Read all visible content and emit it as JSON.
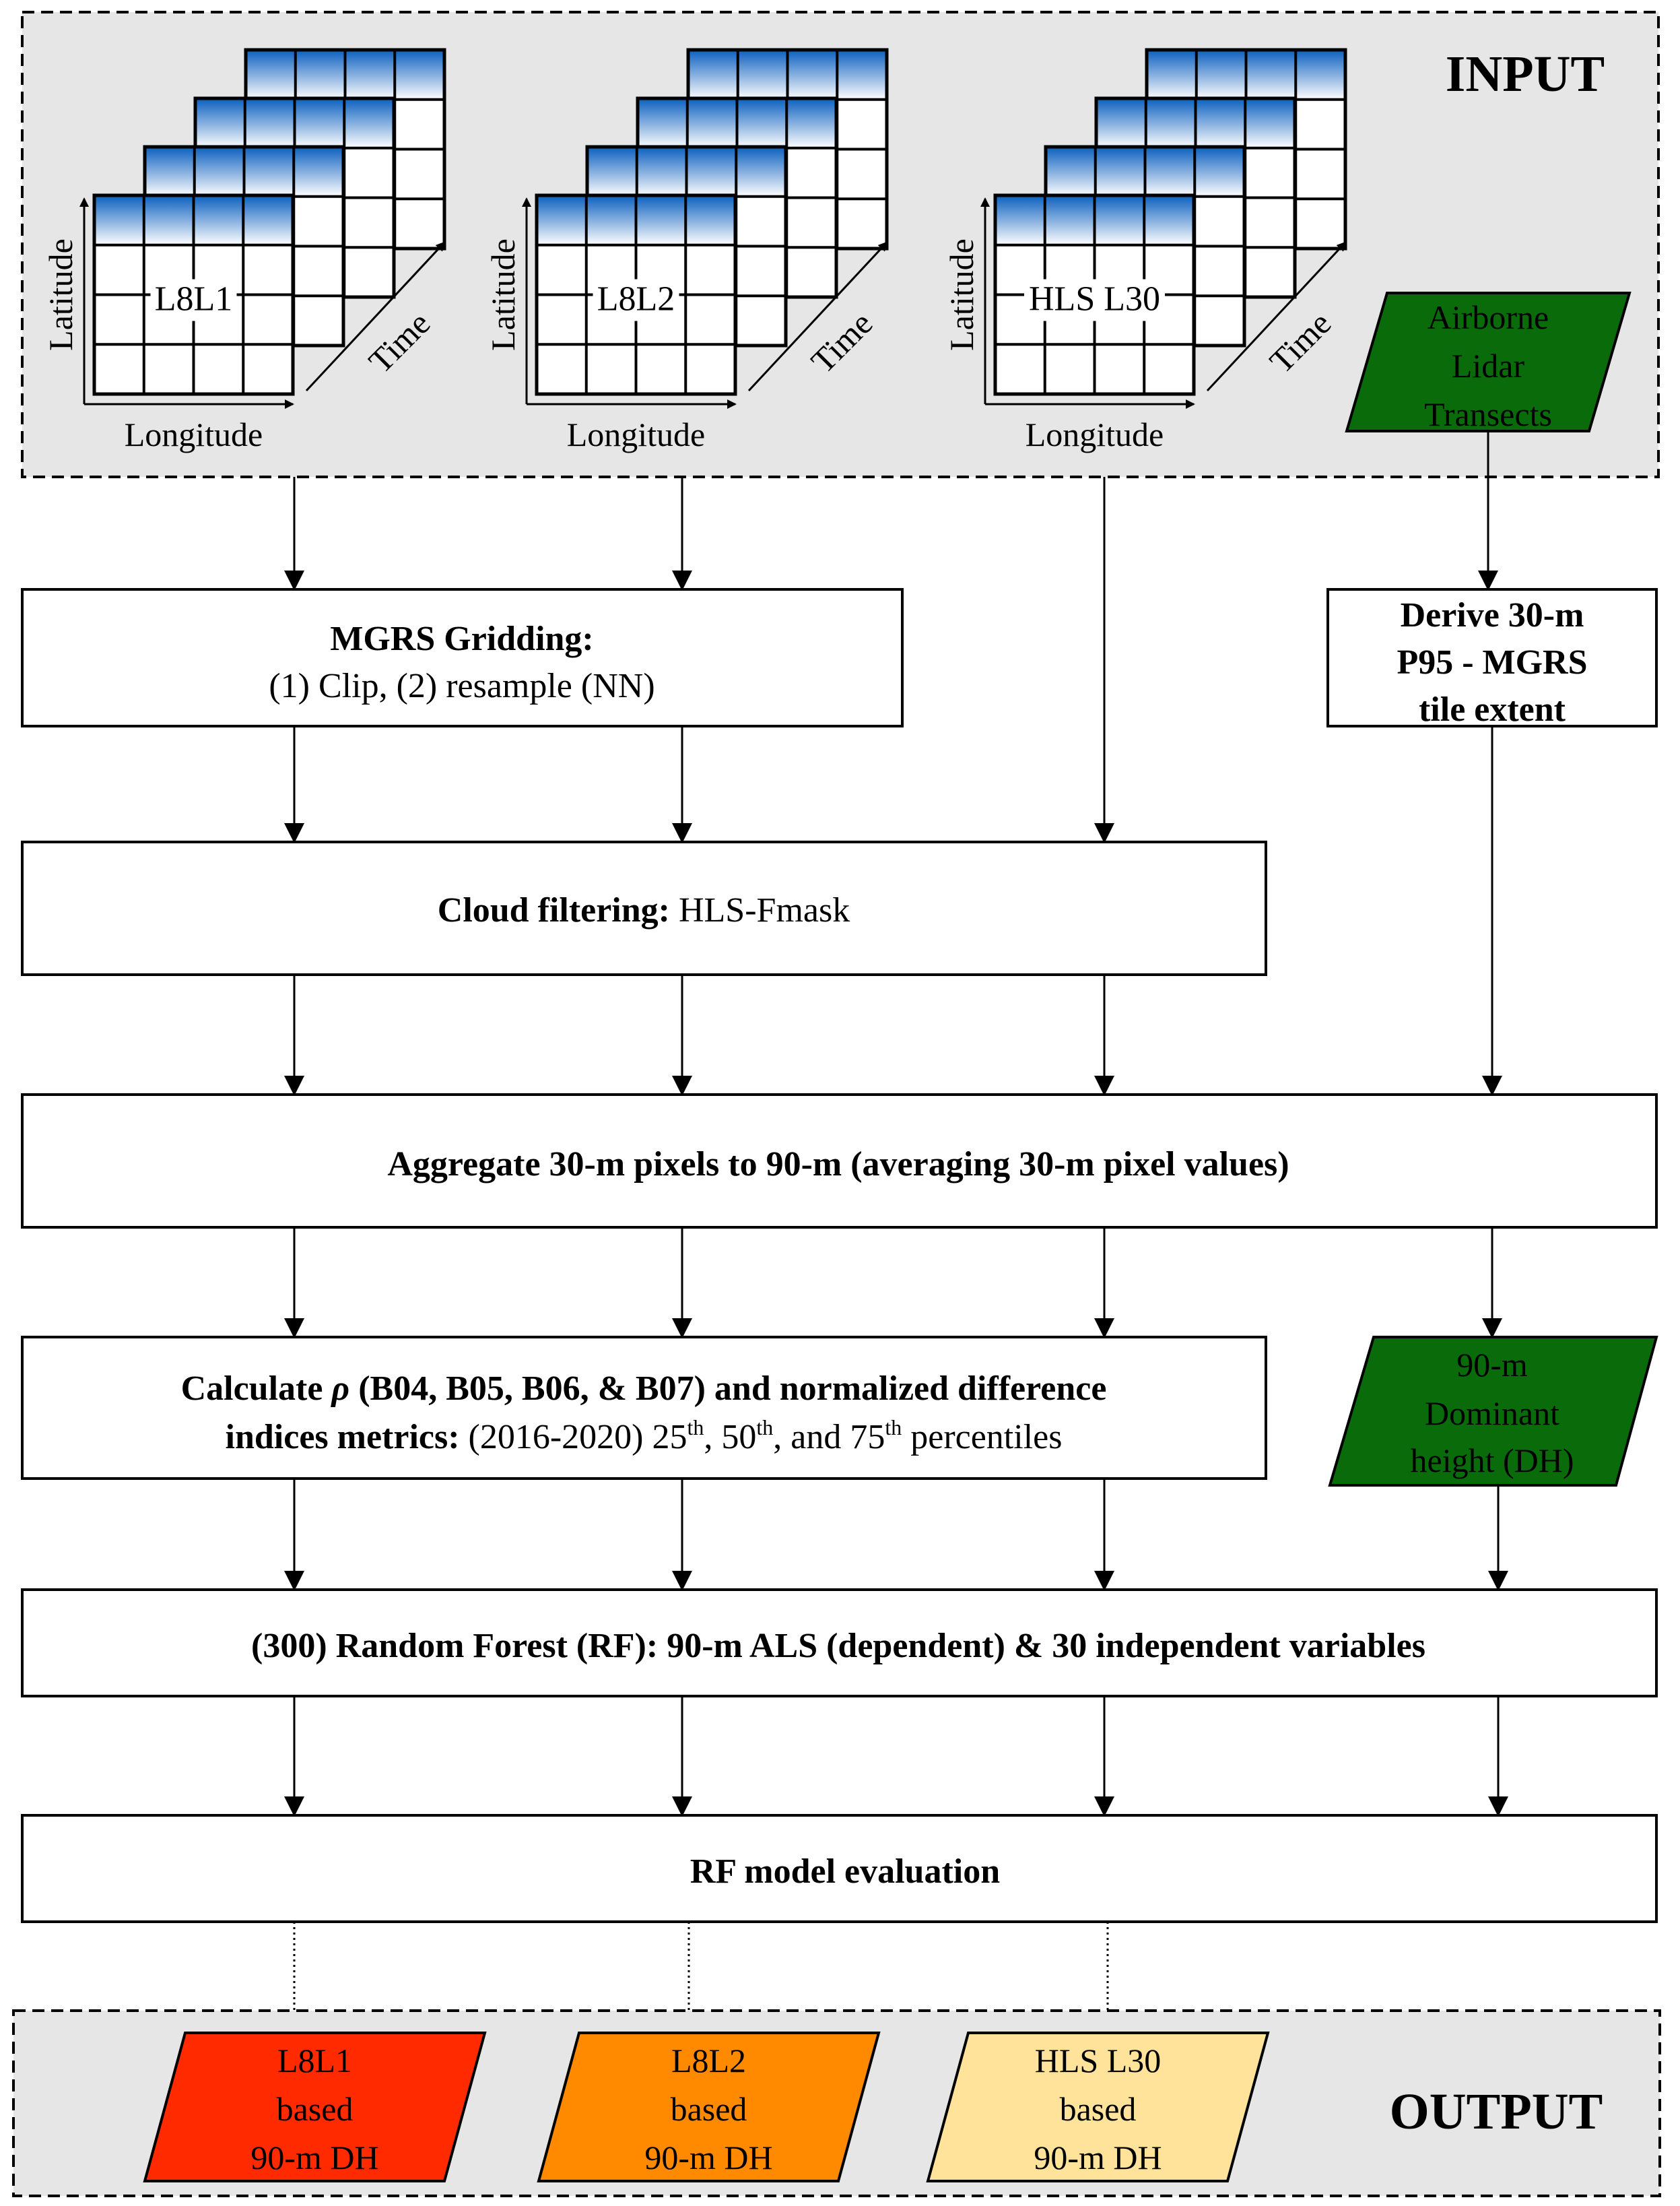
{
  "input_label": "INPUT",
  "output_label": "OUTPUT",
  "cubes": [
    {
      "name": "L8L1",
      "x_axis": "Longitude",
      "y_axis": "Latitude",
      "t_axis": "Time"
    },
    {
      "name": "L8L2",
      "x_axis": "Longitude",
      "y_axis": "Latitude",
      "t_axis": "Time"
    },
    {
      "name": "HLS L30",
      "x_axis": "Longitude",
      "y_axis": "Latitude",
      "t_axis": "Time"
    }
  ],
  "lidar": {
    "line1": "Airborne",
    "line2": "Lidar",
    "line3": "Transects"
  },
  "mgrs": {
    "title": "MGRS Gridding:",
    "detail": "(1) Clip, (2) resample (NN)"
  },
  "derive": {
    "line1": "Derive 30-m",
    "line2": "P95 - MGRS",
    "line3": "tile extent"
  },
  "cloud": {
    "title": "Cloud filtering:",
    "detail": " HLS-Fmask"
  },
  "aggregate": {
    "text": "Aggregate 30-m pixels to 90-m (averaging 30-m pixel values)"
  },
  "calculate": {
    "line1_a": "Calculate ",
    "rho": "ρ",
    "line1_b": " (B04, B05, B06, & B07) and normalized difference",
    "line2_bold": "indices metrics:",
    "line2_normal": " (2016-2020) 25",
    "sup1": "th",
    "mid1": ", 50",
    "sup2": "th",
    "mid2": ", and 75",
    "sup3": "th",
    "end": " percentiles"
  },
  "dh": {
    "line1": "90-m",
    "line2": "Dominant",
    "line3": "height (DH)"
  },
  "rf": {
    "text": "(300) Random Forest (RF): 90-m ALS (dependent) & 30 independent variables"
  },
  "evaluation": {
    "text": "RF model evaluation"
  },
  "outputs": [
    {
      "line1": "L8L1",
      "line2": "based",
      "line3": "90-m DH",
      "color": "#ff2a00"
    },
    {
      "line1": "L8L2",
      "line2": "based",
      "line3": "90-m DH",
      "color": "#ff8a00"
    },
    {
      "line1": "HLS L30",
      "line2": "based",
      "line3": "90-m DH",
      "color": "#ffe39b"
    }
  ],
  "colors": {
    "panel_bg": "#e6e6e6",
    "lidar_green": "#0a6b0a",
    "cube_blue": "#1a6fc4"
  }
}
